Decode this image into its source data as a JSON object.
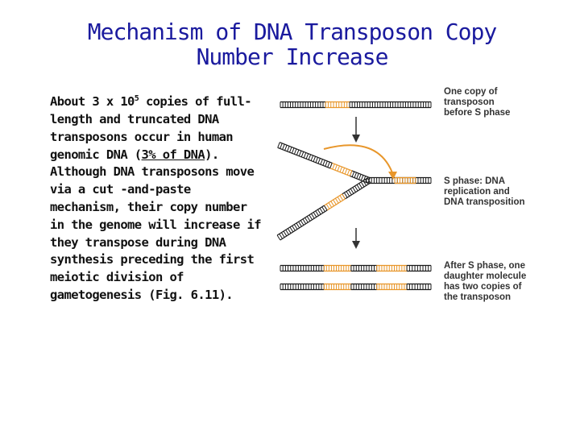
{
  "slide": {
    "title_line1": "Mechanism of DNA Transposon Copy",
    "title_line2": "Number Increase",
    "body": {
      "p1": "About 3 x 10",
      "sup": "5",
      "p2": " copies of full-length and truncated DNA transposons occur in human genomic DNA (",
      "link": "3% of DNA",
      "p3": "). Although DNA transposons move via a cut -and-paste mechanism, their copy number in the genome will increase if they transpose during DNA synthesis preceding the first meiotic division of gametogenesis (Fig. 6.11)."
    }
  },
  "figure": {
    "caption_top": "One copy of\ntransposon\nbefore S phase",
    "caption_mid": "S phase: DNA\nreplication and\nDNA transposition",
    "caption_bottom": "After S phase, one\ndaughter molecule\nhas two copies of\nthe transposon",
    "colors": {
      "dna": "#1a1a1a",
      "transposon": "#e8962a",
      "arrow": "#333333"
    }
  }
}
